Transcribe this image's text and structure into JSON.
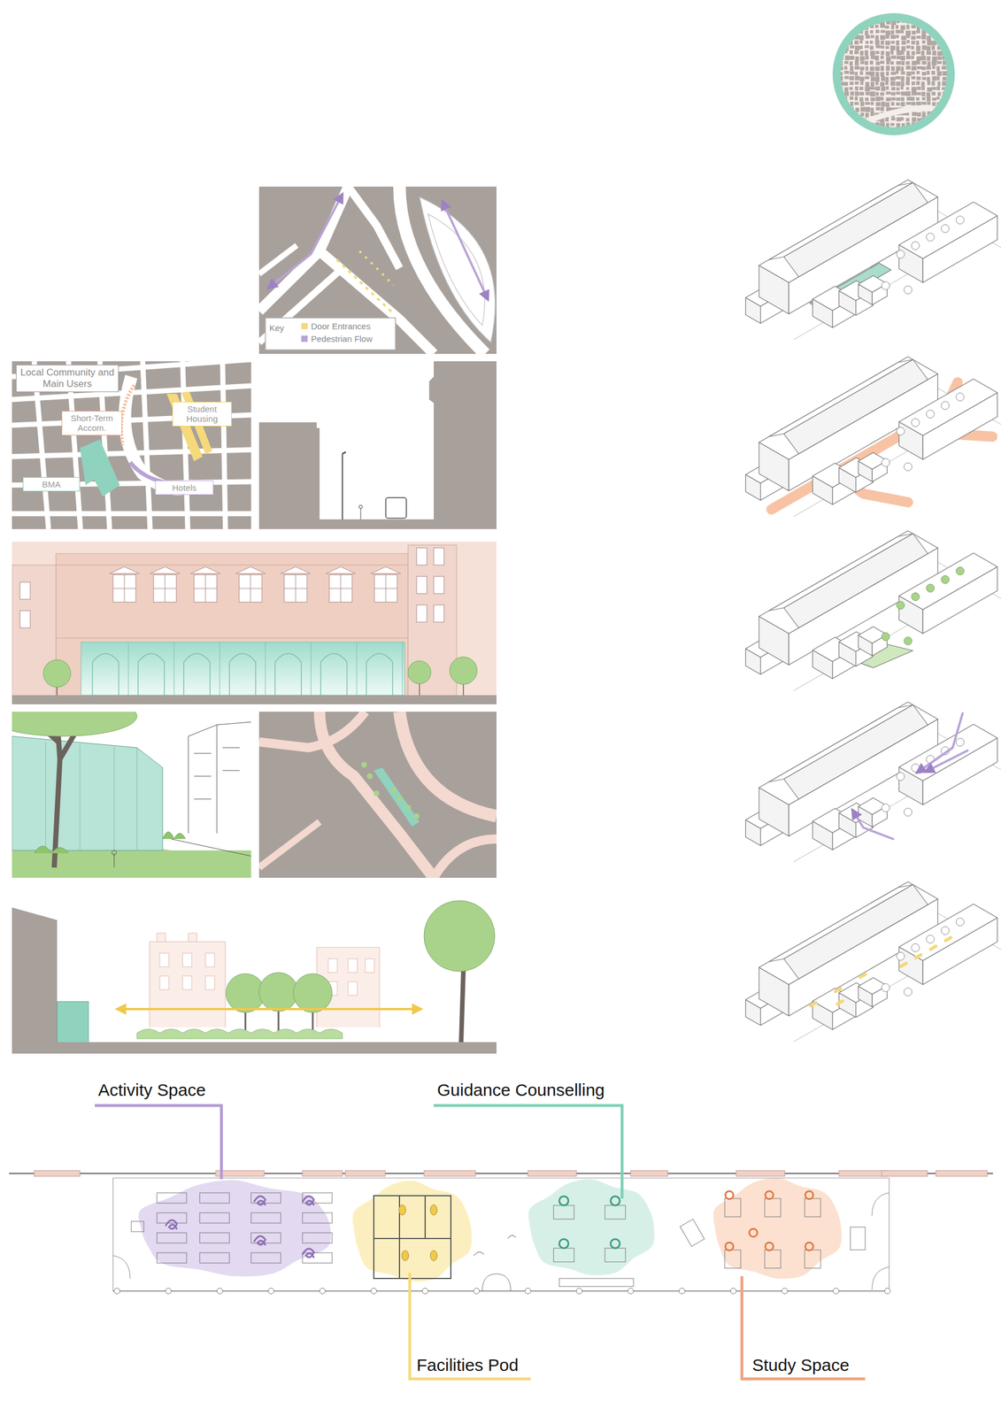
{
  "diagram": {
    "nodes": [
      {
        "text": [
          "Local Community and Main Users"
        ]
      },
      {
        "text": [
          "Short-Term Accom."
        ]
      },
      {
        "text": [
          "Student Housing"
        ]
      },
      {
        "text": [
          "BMA"
        ]
      },
      {
        "text": [
          "Hotels"
        ]
      }
    ],
    "labels": [
      "Key",
      "Activity Space",
      "Guidance Counselling",
      "Facilities Pod",
      "Study Space"
    ],
    "legend": [
      {
        "text": "Door Entrances",
        "color": "#f5d97a"
      },
      {
        "text": "Pedestrian Flow",
        "color": "#b9a3d6"
      }
    ]
  }
}
